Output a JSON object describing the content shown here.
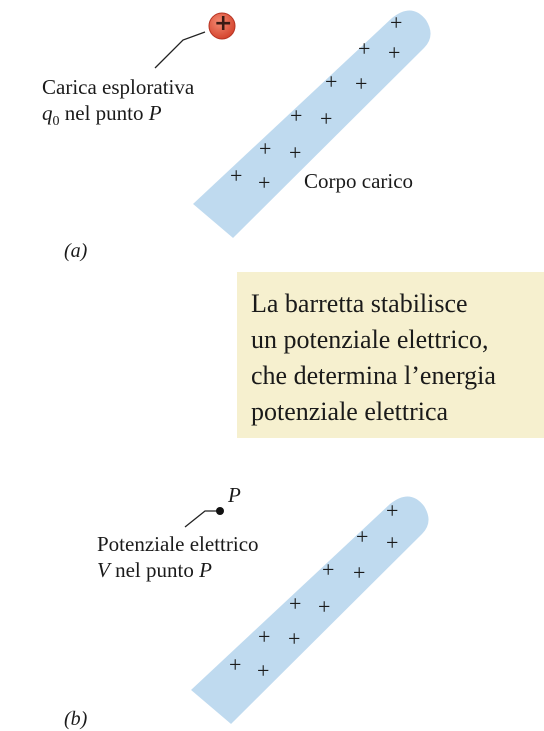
{
  "panel_a": {
    "part_label": "(a)",
    "test_charge_symbol": "+",
    "test_charge_label_line1": "Carica esplorativa",
    "test_charge_label_line2_symbol": "q",
    "test_charge_label_line2_subscript": "0",
    "test_charge_label_line2_text": " nel punto ",
    "test_charge_label_line2_point": "P",
    "body_label": "Corpo carico",
    "plus_sign": "+"
  },
  "infobox": {
    "lines": [
      "La barretta stabilisce",
      "un potenziale elettrico,",
      "che determina l’energia",
      "potenziale elettrica"
    ]
  },
  "panel_b": {
    "part_label": "(b)",
    "point_label": "P",
    "potential_label_line1": "Potenziale elettrico",
    "potential_label_line2_symbol": "V",
    "potential_label_line2_text": " nel punto ",
    "potential_label_line2_point": "P",
    "plus_sign": "+"
  },
  "colors": {
    "rod": "#bcd8ee",
    "charge": "#e0503a",
    "infobox": "#f6f0cf"
  }
}
